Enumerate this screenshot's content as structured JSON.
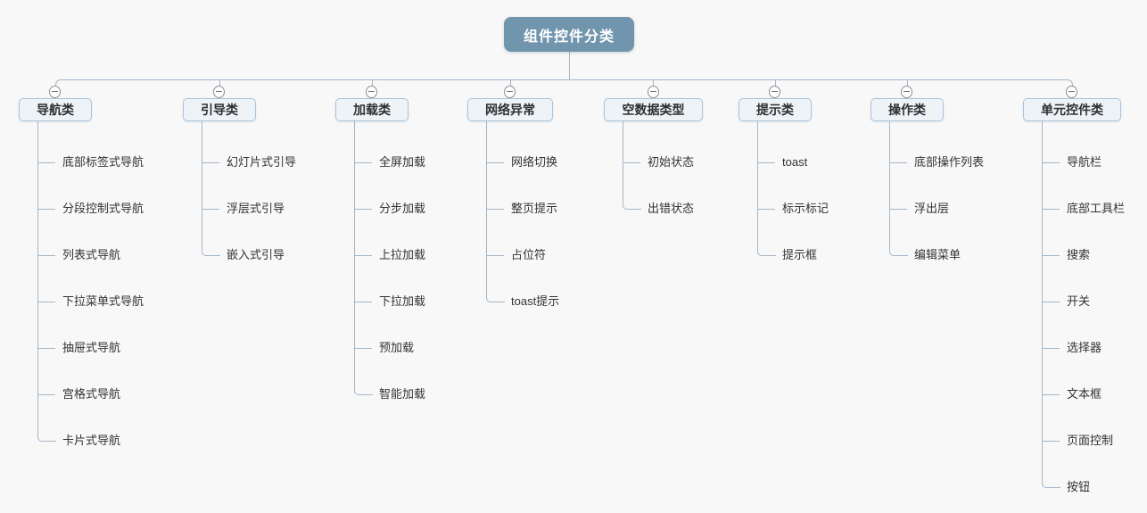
{
  "root": {
    "label": "组件控件分类"
  },
  "branches": [
    {
      "label": "导航类",
      "children": [
        "底部标签式导航",
        "分段控制式导航",
        "列表式导航",
        "下拉菜单式导航",
        "抽屉式导航",
        "宫格式导航",
        "卡片式导航"
      ]
    },
    {
      "label": "引导类",
      "children": [
        "幻灯片式引导",
        "浮层式引导",
        "嵌入式引导"
      ]
    },
    {
      "label": "加载类",
      "children": [
        "全屏加载",
        "分步加载",
        "上拉加载",
        "下拉加载",
        "预加载",
        "智能加载"
      ]
    },
    {
      "label": "网络异常",
      "children": [
        "网络切换",
        "整页提示",
        "占位符",
        "toast提示"
      ]
    },
    {
      "label": "空数据类型",
      "children": [
        "初始状态",
        "出错状态"
      ]
    },
    {
      "label": "提示类",
      "children": [
        "toast",
        "标示标记",
        "提示框"
      ]
    },
    {
      "label": "操作类",
      "children": [
        "底部操作列表",
        "浮出层",
        "编辑菜单"
      ]
    },
    {
      "label": "单元控件类",
      "children": [
        "导航栏",
        "底部工具栏",
        "搜索",
        "开关",
        "选择器",
        "文本框",
        "页面控制",
        "按钮"
      ]
    }
  ],
  "icons": {
    "collapse": "minus-circle"
  },
  "colors": {
    "background": "#f8f8f8",
    "root_fill": "#7195ad",
    "root_text": "#ffffff",
    "branch_fill": "#eef3f8",
    "branch_border": "#a9c4da",
    "connector": "#a3b7c9",
    "label_text": "#333333"
  }
}
